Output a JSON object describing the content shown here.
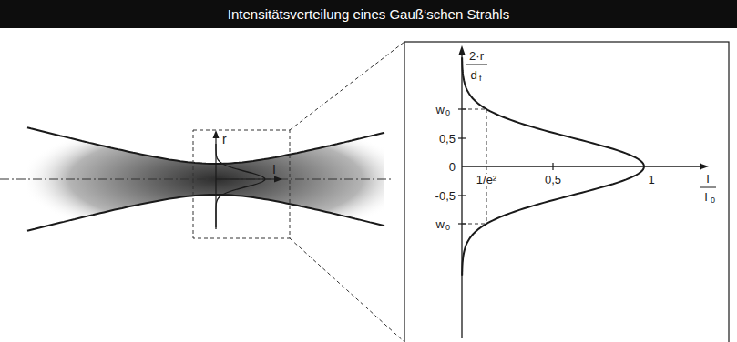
{
  "diagram": {
    "title": "Intensitätsverteilung eines Gauß‘schen Strahls",
    "labels": [
      "r",
      "I",
      "2·r",
      "d",
      "f",
      "w",
      "0",
      "0,5",
      "0",
      "-0,5",
      "w",
      "0",
      "1/e²",
      "0,5",
      "1",
      "I",
      "I",
      "0"
    ]
  }
}
